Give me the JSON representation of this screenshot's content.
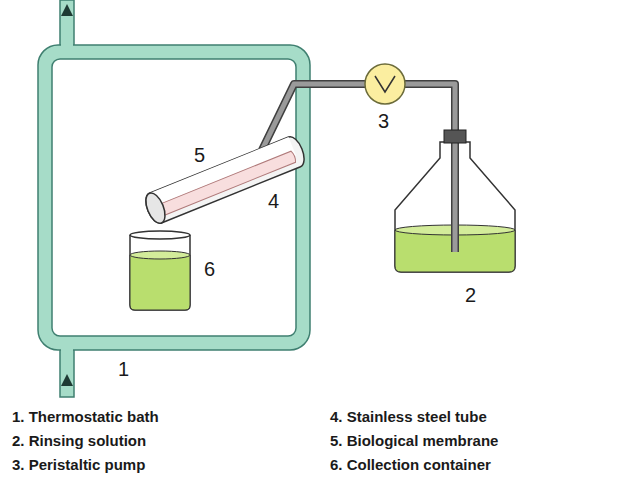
{
  "diagram": {
    "labels": [
      "1",
      "2",
      "3",
      "4",
      "5",
      "6",
      "1. Thermostatic bath",
      "2. Rinsing solution",
      "3. Peristaltic pump",
      "4. Stainless steel tube",
      "5. Biological membrane",
      "6. Collection container"
    ]
  }
}
